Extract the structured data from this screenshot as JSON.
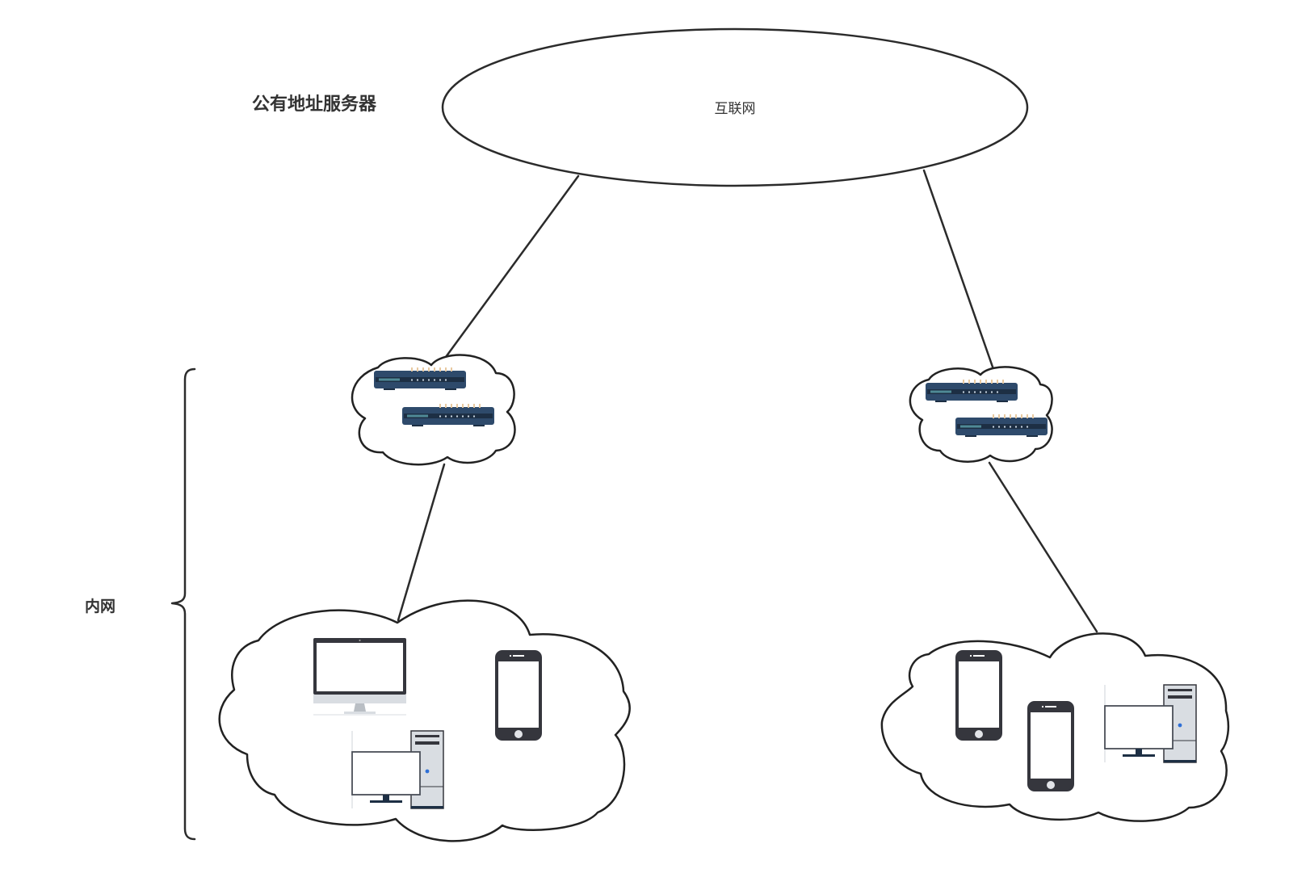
{
  "diagram": {
    "title_label": "公有地址服务器",
    "internet_label": "互联网",
    "intranet_label": "内网",
    "colors": {
      "line": "#2b2b2b",
      "router_body": "#2e4a6b",
      "router_dark": "#1d2f44",
      "router_led": "#e8c9a0",
      "router_strip": "#4f8a96",
      "device_dark": "#35363d",
      "device_light": "#d9dde2",
      "device_stand": "#b9bec4",
      "power_led": "#2f6fd6"
    },
    "nodes": [
      {
        "id": "internet",
        "type": "ellipse",
        "label_ref": "internet_label"
      },
      {
        "id": "router-group-left",
        "type": "router-cloud",
        "routers": 2
      },
      {
        "id": "router-group-right",
        "type": "router-cloud",
        "routers": 2
      },
      {
        "id": "lan-left",
        "type": "device-cloud",
        "devices": [
          "monitor",
          "phone",
          "desktop-pc"
        ]
      },
      {
        "id": "lan-right",
        "type": "device-cloud",
        "devices": [
          "phone",
          "phone",
          "desktop-pc"
        ]
      }
    ],
    "edges": [
      {
        "from": "internet",
        "to": "router-group-left"
      },
      {
        "from": "internet",
        "to": "router-group-right"
      },
      {
        "from": "router-group-left",
        "to": "lan-left"
      },
      {
        "from": "router-group-right",
        "to": "lan-right"
      }
    ]
  }
}
